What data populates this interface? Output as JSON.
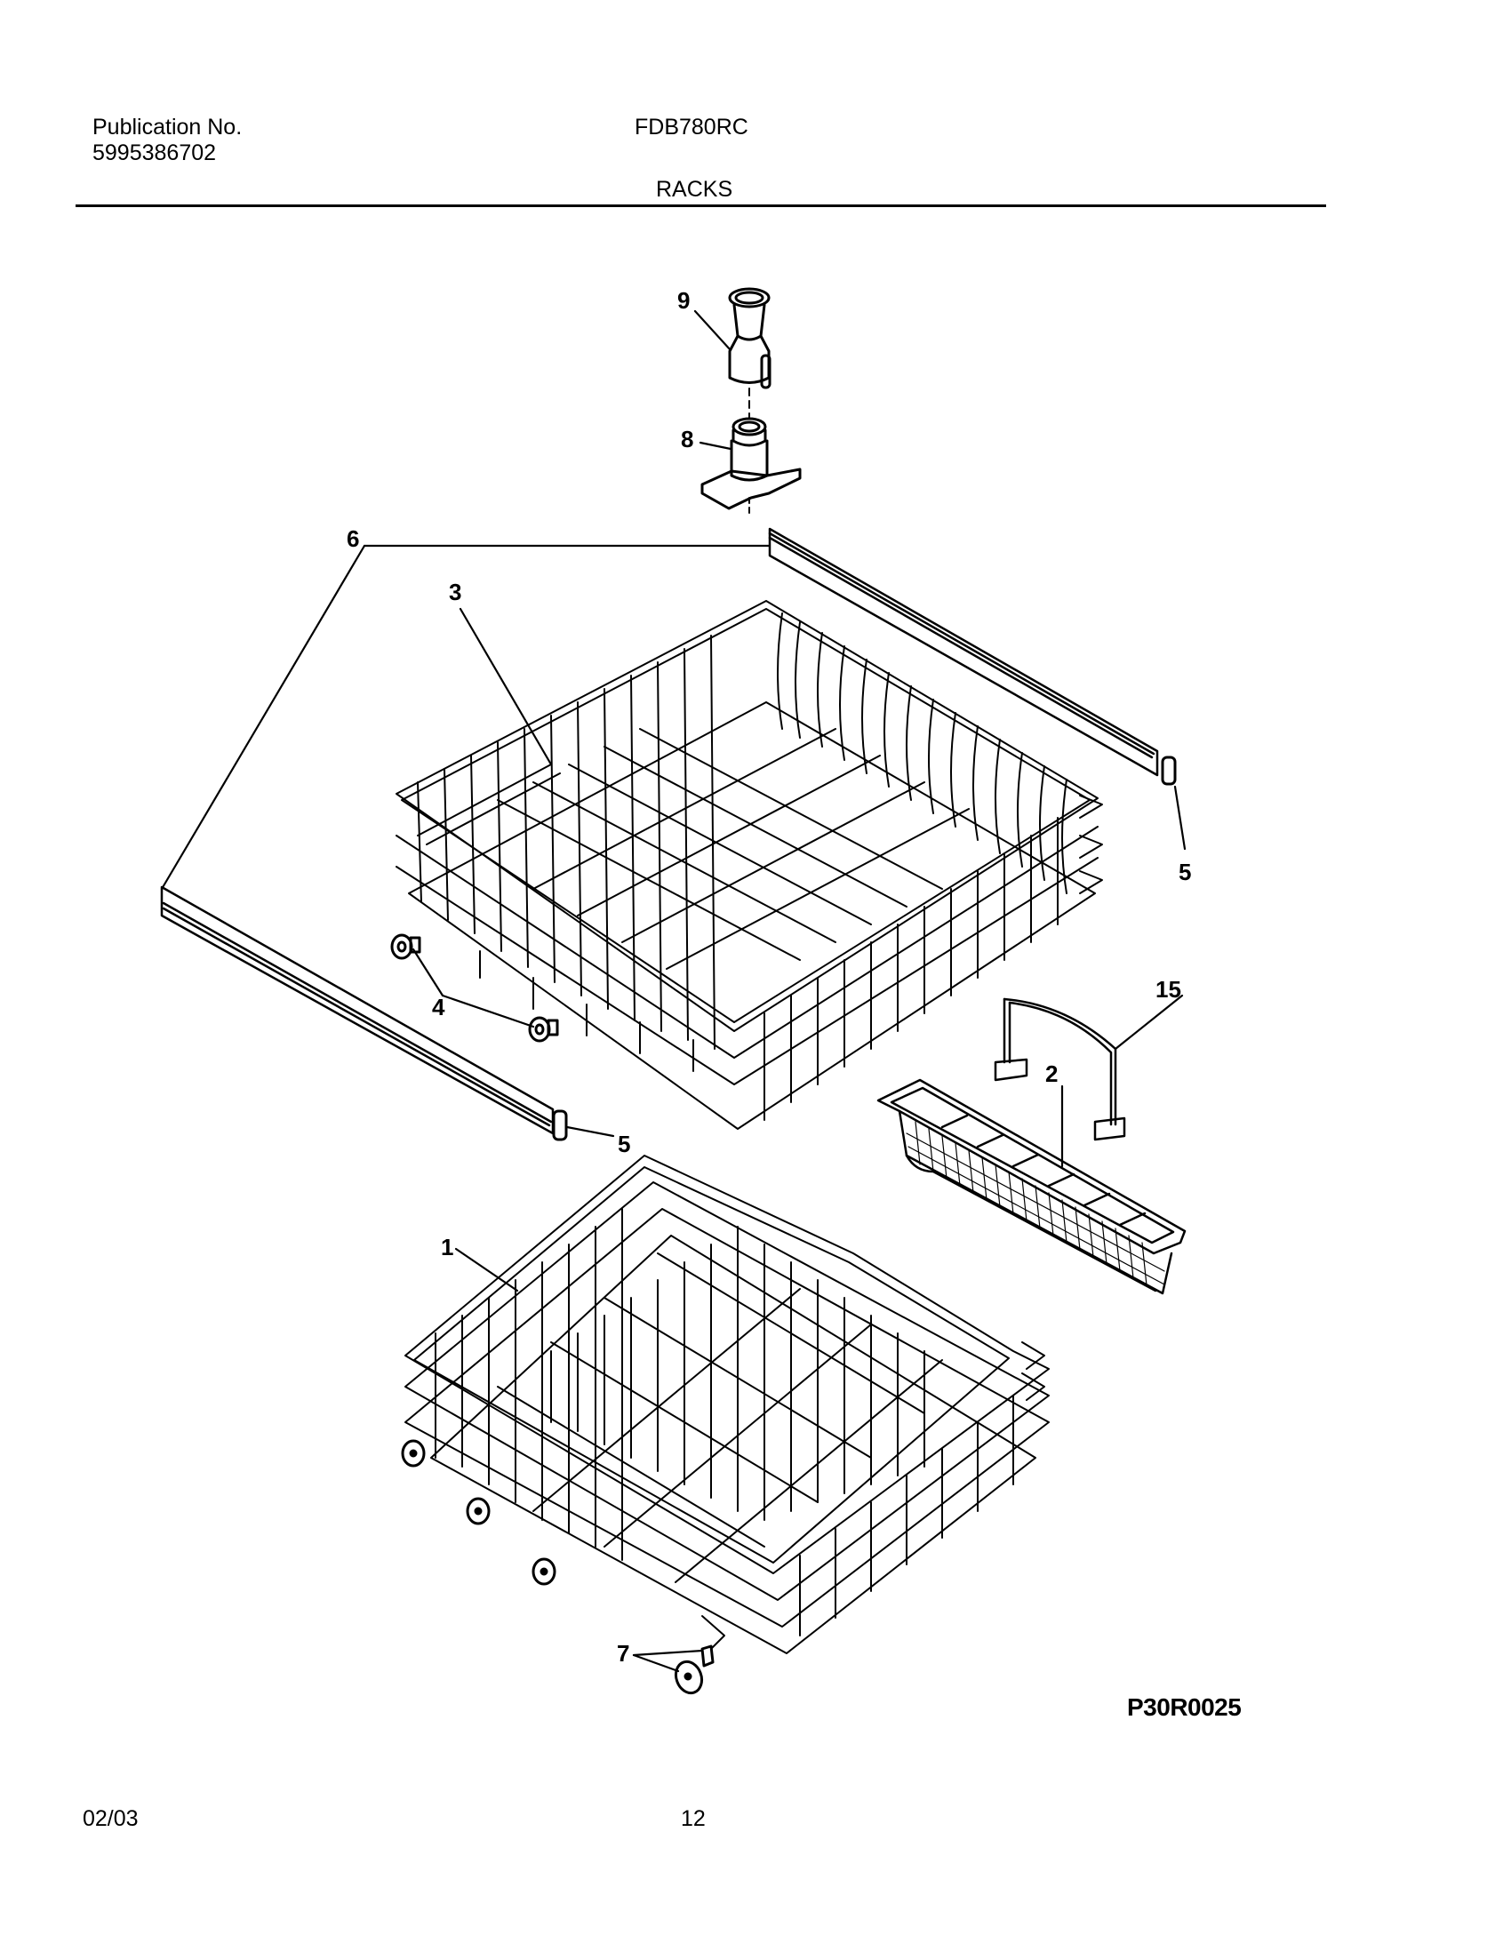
{
  "header": {
    "publication_label": "Publication No.",
    "publication_number": "5995386702",
    "model": "FDB780RC",
    "section_title": "RACKS"
  },
  "diagram": {
    "title": "Dishwasher racks exploded view",
    "figure_code": "P30R0025",
    "parts": [
      {
        "id": "part-9",
        "callout": "9",
        "description": "Spray nozzle connector (top)"
      },
      {
        "id": "part-8",
        "callout": "8",
        "description": "Upper spray arm manifold / mount"
      },
      {
        "id": "part-6",
        "callout": "6",
        "description": "Rack slide rails (left and right)"
      },
      {
        "id": "part-3",
        "callout": "3",
        "description": "Upper dish rack"
      },
      {
        "id": "part-5a",
        "callout": "5",
        "description": "Rail end cap (right)"
      },
      {
        "id": "part-4",
        "callout": "4",
        "description": "Upper rack wheels"
      },
      {
        "id": "part-15",
        "callout": "15",
        "description": "Silverware basket handle"
      },
      {
        "id": "part-2",
        "callout": "2",
        "description": "Silverware basket"
      },
      {
        "id": "part-5b",
        "callout": "5",
        "description": "Rail end cap (left)"
      },
      {
        "id": "part-1",
        "callout": "1",
        "description": "Lower dish rack"
      },
      {
        "id": "part-7",
        "callout": "7",
        "description": "Lower rack wheel and axle"
      }
    ]
  },
  "footer": {
    "date": "02/03",
    "page_number": "12"
  },
  "colors": {
    "ink": "#000000",
    "paper": "#ffffff"
  }
}
